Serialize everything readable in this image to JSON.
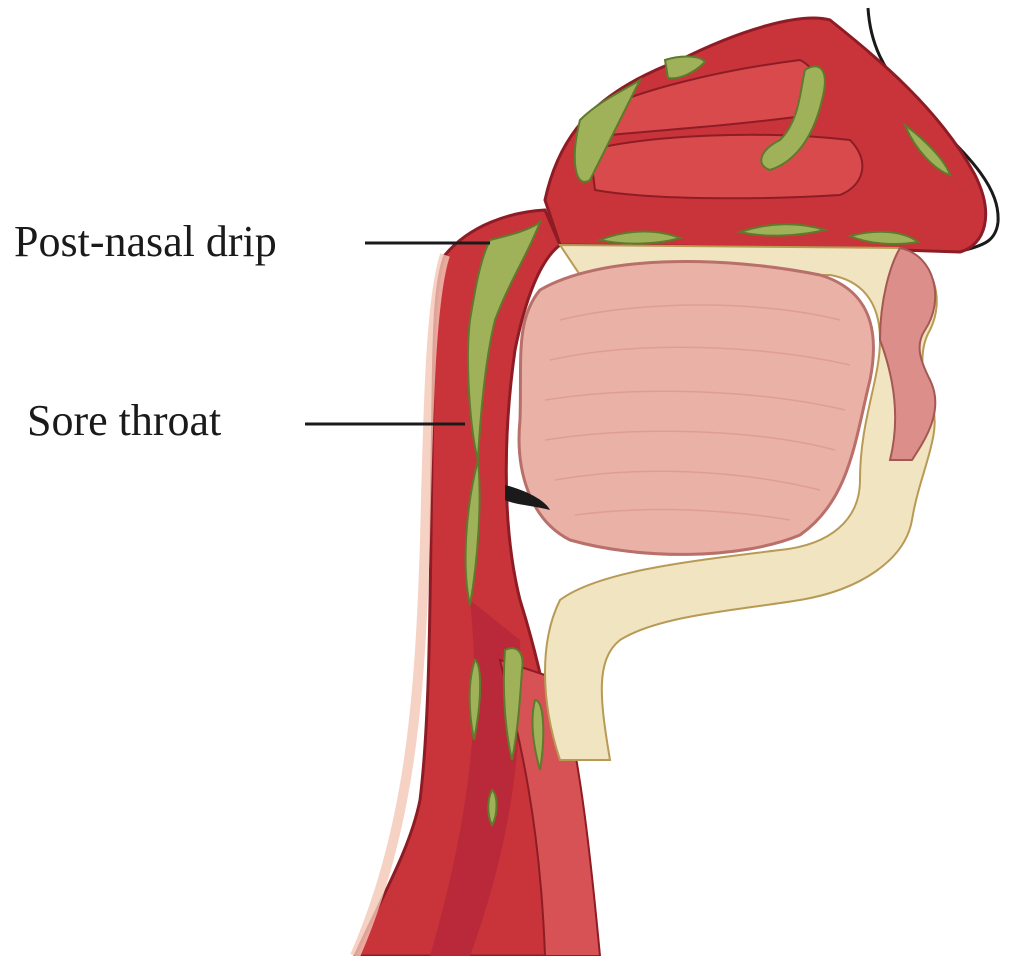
{
  "labels": {
    "post_nasal_drip": "Post-nasal drip",
    "sore_throat": "Sore throat"
  },
  "colors": {
    "background": "#ffffff",
    "tissue_red": "#c9343a",
    "tissue_dark": "#9e1f28",
    "tissue_light": "#e0605f",
    "mucus_green": "#9fb25a",
    "mucus_outline": "#5f7a2c",
    "tongue_pink": "#eab1a6",
    "bone_cream": "#f1e4c0",
    "skin_outline": "#1a1a1a",
    "leader_line": "#1a1a1a"
  },
  "icons": {
    "anatomy": "head-and-neck-sagittal-section"
  }
}
